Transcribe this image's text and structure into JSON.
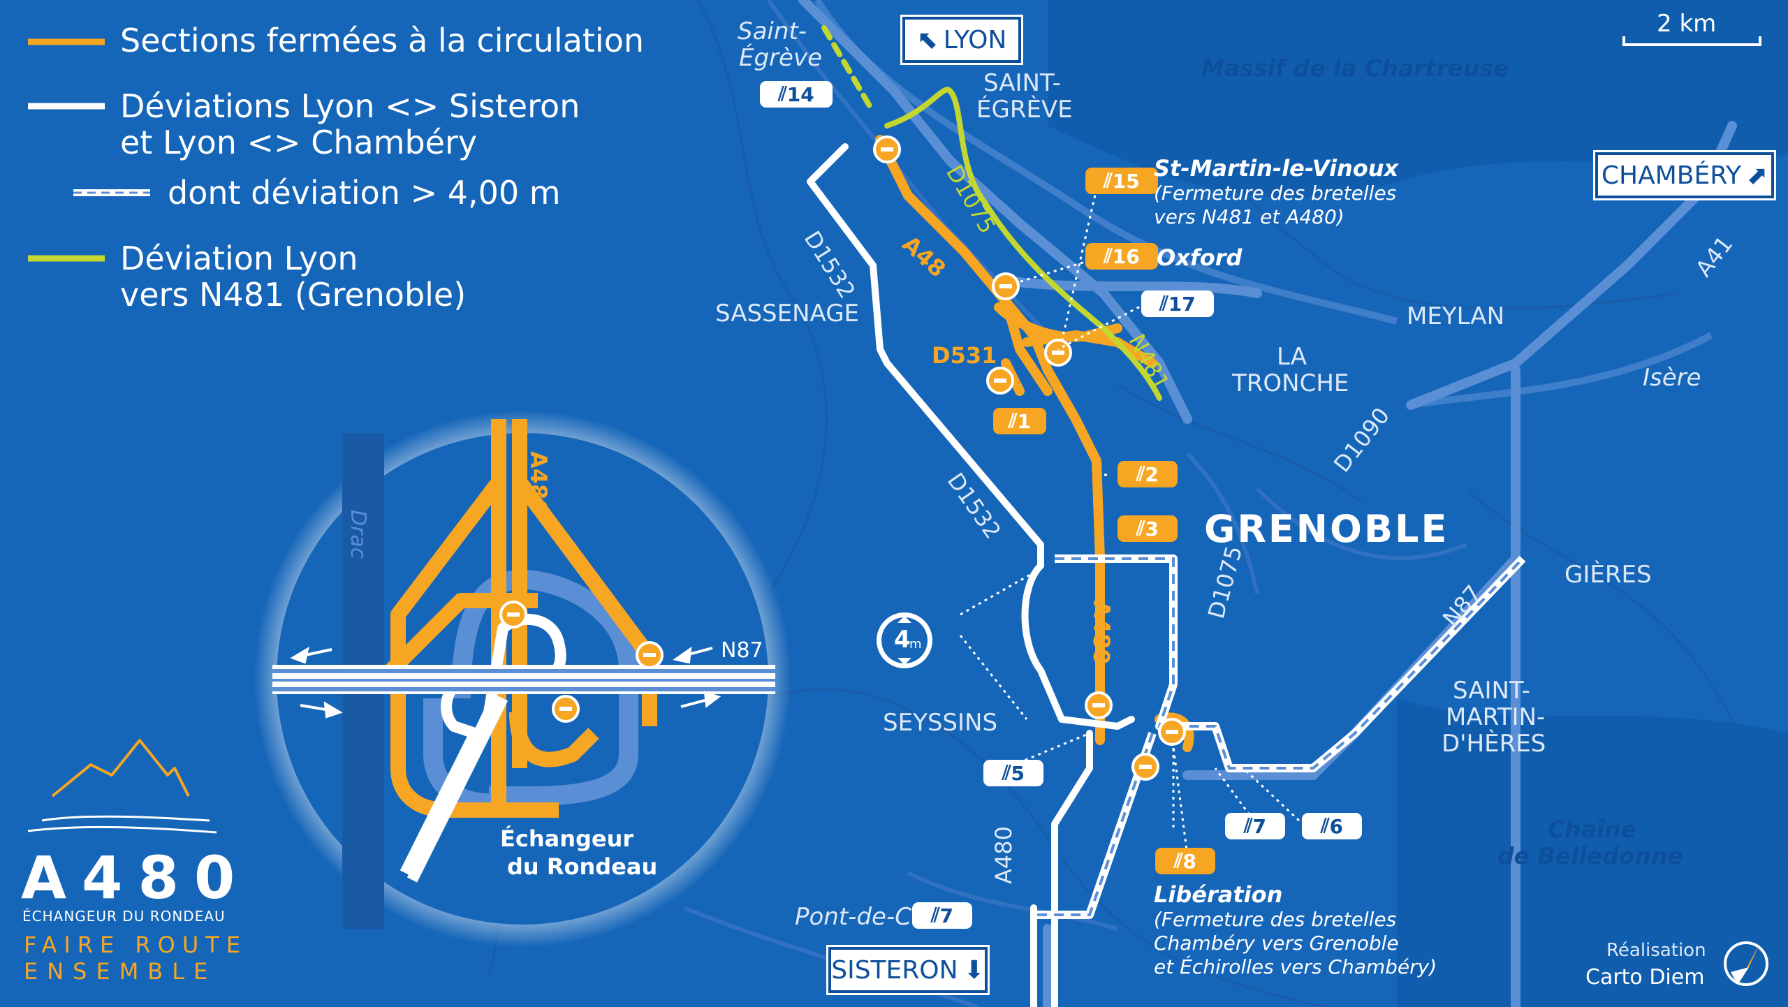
{
  "legend": {
    "closed_sections": "Sections fermées à la circulation",
    "deviations_line1": "Déviations Lyon <> Sisteron",
    "deviations_line2": "et Lyon <> Chambéry",
    "wide_deviation": "dont déviation > 4,00 m",
    "green_line1": "Déviation Lyon",
    "green_line2": "vers N481 (Grenoble)"
  },
  "scale": {
    "label": "2 km"
  },
  "signs": {
    "lyon": "LYON",
    "chambery": "CHAMBÉRY",
    "sisteron": "SISTERON"
  },
  "places": {
    "saint_egreve_small1": "Saint-",
    "saint_egreve_small2": "Égrève",
    "saint_egreve1": "SAINT-",
    "saint_egreve2": "ÉGRÈVE",
    "massif": "Massif de la Chartreuse",
    "sassenage": "SASSENAGE",
    "la_tronche1": "LA",
    "la_tronche2": "TRONCHE",
    "meylan": "MEYLAN",
    "isere": "Isère",
    "grenoble": "GRENOBLE",
    "gieres": "GIÈRES",
    "seyssins": "SEYSSINS",
    "smh1": "SAINT-",
    "smh2": "MARTIN-",
    "smh3": "D'HÈRES",
    "belledonne1": "Chaîne",
    "belledonne2": "de Belledonne",
    "pont_de_claix": "Pont-de-Claix",
    "drac": "Drac"
  },
  "roads": {
    "d1075_top": "D1075",
    "a48": "A48",
    "d1532_top": "D1532",
    "d1532_mid": "D1532",
    "d531": "D531",
    "n481": "N481",
    "d1090": "D1090",
    "a41": "A41",
    "n87": "N87",
    "a480_mid": "A480",
    "d1075_mid": "D1075",
    "a480_low": "A480",
    "inset_a480": "A480",
    "inset_n87": "N87"
  },
  "exits": {
    "e14": "14",
    "e15": "15",
    "e16": "16",
    "e17": "17",
    "e1": "1",
    "e2": "2",
    "e3": "3",
    "e5": "5",
    "e7a": "7",
    "e6": "6",
    "e8": "8",
    "e7b": "7"
  },
  "annotations": {
    "stmartin_title": "St-Martin-le-Vinoux",
    "stmartin_sub1": "(Fermeture des bretelles",
    "stmartin_sub2": "vers N481 et A480)",
    "oxford": "Oxford",
    "liberation_title": "Libération",
    "liberation_sub1": "(Fermeture des bretelles",
    "liberation_sub2": "Chambéry vers Grenoble",
    "liberation_sub3": "et Échirolles vers Chambéry)"
  },
  "inset": {
    "title1": "Échangeur",
    "title2": "du Rondeau"
  },
  "height_limit": {
    "value": "4",
    "unit": "m"
  },
  "logo": {
    "title": "A480",
    "subtitle": "ÉCHANGEUR DU RONDEAU",
    "tag1": "FAIRE ROUTE",
    "tag2": "ENSEMBLE"
  },
  "credit": {
    "line1": "Réalisation",
    "line2": "Carto Diem"
  },
  "colors": {
    "background": "#1565b8",
    "closed": "#f6a623",
    "deviation": "#ffffff",
    "green": "#c3d730",
    "road": "#5a8fd6"
  }
}
